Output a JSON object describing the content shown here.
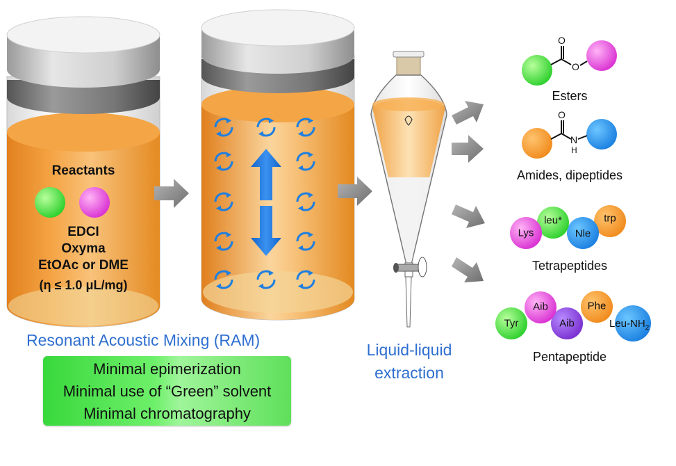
{
  "reaction_jar": {
    "reactants_label": "Reactants",
    "reagents": [
      "EDCI",
      "Oxyma",
      "EtOAc or DME"
    ],
    "eta_label": "(η ≤ 1.0 μL/mg)"
  },
  "ram_label": "Resonant Acoustic Mixing (RAM)",
  "benefits": [
    "Minimal epimerization",
    "Minimal use of “Green” solvent",
    "Minimal chromatography"
  ],
  "extraction_label": [
    "Liquid-liquid",
    "extraction"
  ],
  "products": {
    "esters": {
      "label": "Esters",
      "atom_o": "O",
      "atom_o2": "O"
    },
    "amides": {
      "label": "Amides, dipeptides",
      "atom_o": "O",
      "atom_n": "N",
      "atom_h": "H"
    },
    "tetrapeptides": {
      "label": "Tetrapeptides",
      "residues": [
        "Lys",
        "leu*",
        "Nle",
        "trp"
      ]
    },
    "pentapeptide": {
      "label": "Pentapeptide",
      "residues": [
        "Tyr",
        "Aib",
        "Aib",
        "Phe",
        "Leu-NH",
        "2"
      ]
    }
  },
  "colors": {
    "orange_liquid": "#f39a2e",
    "green_ball": "#3fd83a",
    "magenta_ball": "#e04ad8",
    "blue_ball": "#1e88e5",
    "purple_ball": "#8a3bd8",
    "arrow_gray": "#8c8c8c",
    "accent_blue": "#2f6fd0"
  }
}
